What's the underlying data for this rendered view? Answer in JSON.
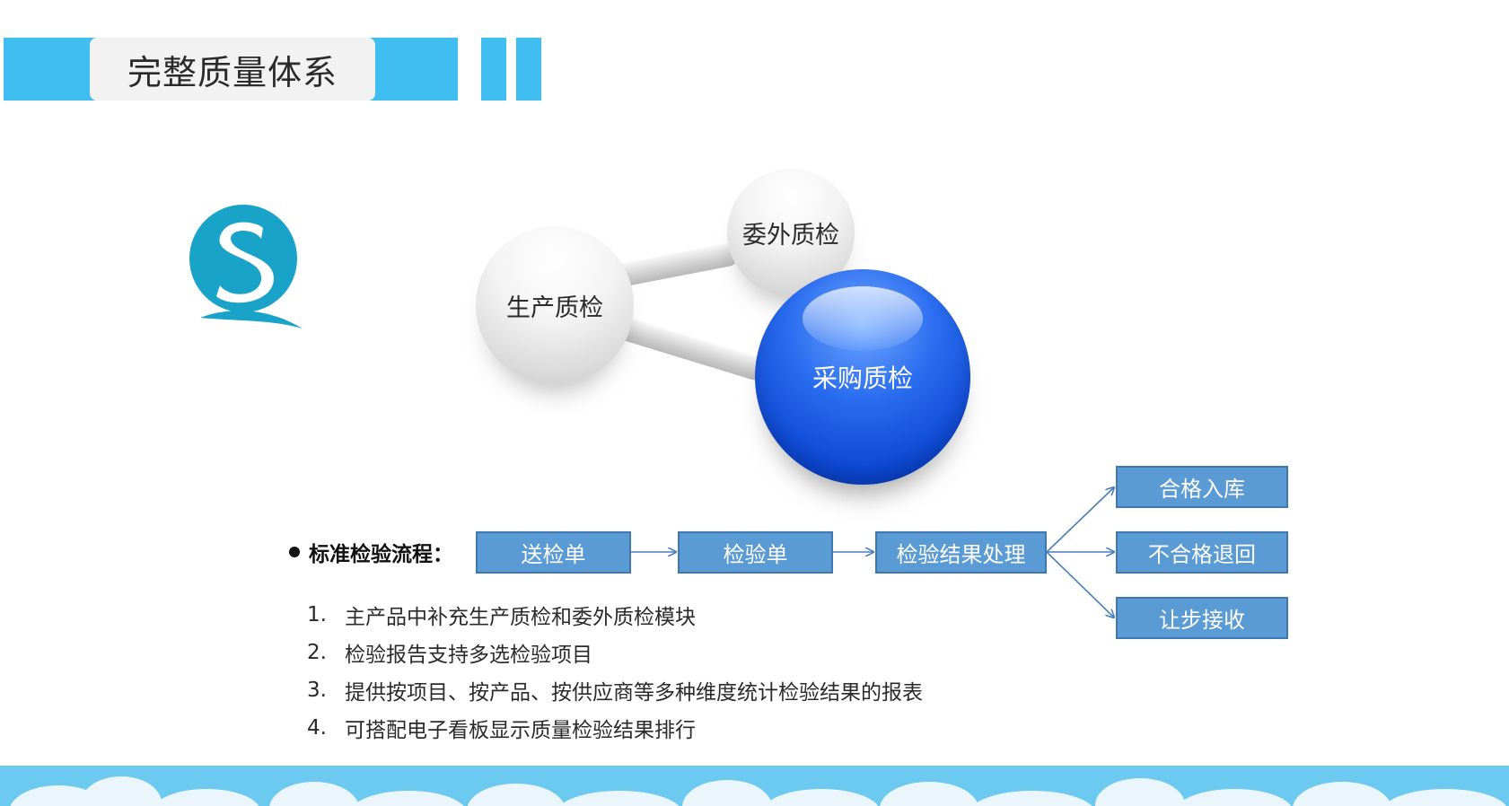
{
  "header": {
    "title": "完整质量体系"
  },
  "logo": {
    "icon": "sq-quality-logo",
    "letters": "SQ",
    "color": "#1aa3c8"
  },
  "spheres": {
    "production": "生产质检",
    "outsourced": "委外质检",
    "purchase": "采购质检"
  },
  "process": {
    "label": "标准检验流程：",
    "steps": [
      "送检单",
      "检验单",
      "检验结果处理"
    ],
    "outcomes": [
      "合格入库",
      "不合格退回",
      "让步接收"
    ]
  },
  "list": [
    {
      "num": "1.",
      "text": "主产品中补充生产质检和委外质检模块"
    },
    {
      "num": "2.",
      "text": "检验报告支持多选检验项目"
    },
    {
      "num": "3.",
      "text": "提供按项目、按产品、按供应商等多种维度统计检验结果的报表"
    },
    {
      "num": "4.",
      "text": "可搭配电子看板显示质量检验结果排行"
    }
  ],
  "colors": {
    "accent": "#40bdf1",
    "flow_box": "#5b9bd5",
    "sphere_blue": "#0b45d0",
    "arrow": "#4a7fbd"
  }
}
